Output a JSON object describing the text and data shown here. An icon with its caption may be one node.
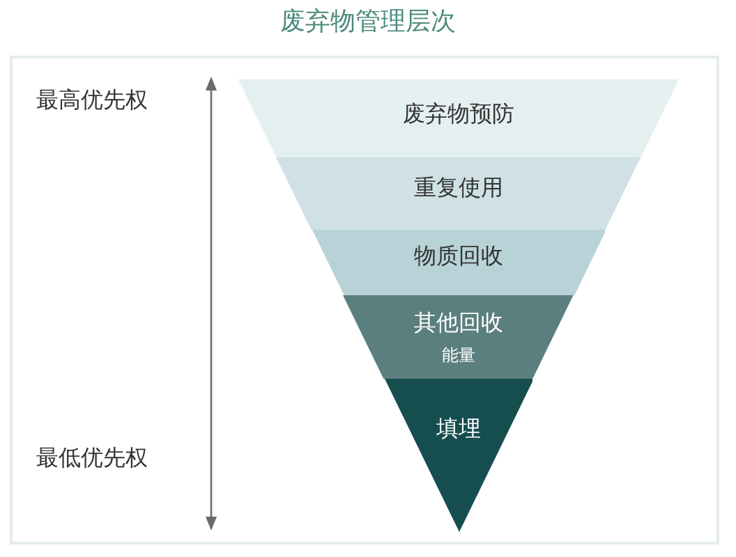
{
  "diagram": {
    "title": "废弃物管理层次",
    "nodes": [
      {
        "text": [
          "废弃物预防"
        ]
      },
      {
        "text": [
          "重复使用"
        ]
      },
      {
        "text": [
          "物质回收"
        ]
      },
      {
        "text": [
          "其他回收",
          "能量"
        ]
      },
      {
        "text": [
          "填埋"
        ]
      }
    ],
    "labels": [
      "最高优先权",
      "最低优先权"
    ]
  }
}
